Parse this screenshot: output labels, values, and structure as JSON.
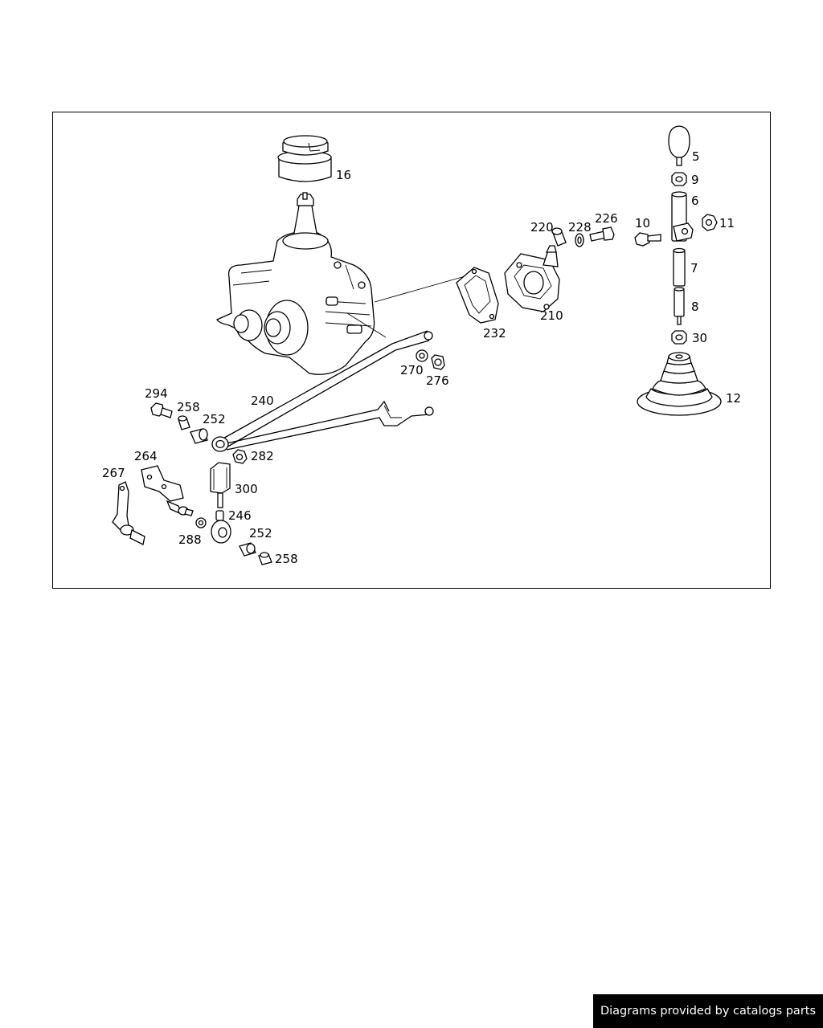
{
  "footer": {
    "credit": "Diagrams provided by catalogs parts"
  },
  "callouts": [
    {
      "id": "16",
      "text": "16"
    },
    {
      "id": "5",
      "text": "5"
    },
    {
      "id": "9",
      "text": "9"
    },
    {
      "id": "6",
      "text": "6"
    },
    {
      "id": "11",
      "text": "11"
    },
    {
      "id": "10",
      "text": "10"
    },
    {
      "id": "220",
      "text": "220"
    },
    {
      "id": "228",
      "text": "228"
    },
    {
      "id": "226",
      "text": "226"
    },
    {
      "id": "7",
      "text": "7"
    },
    {
      "id": "8",
      "text": "8"
    },
    {
      "id": "30",
      "text": "30"
    },
    {
      "id": "12",
      "text": "12"
    },
    {
      "id": "210",
      "text": "210"
    },
    {
      "id": "232",
      "text": "232"
    },
    {
      "id": "270",
      "text": "270"
    },
    {
      "id": "276",
      "text": "276"
    },
    {
      "id": "240",
      "text": "240"
    },
    {
      "id": "294",
      "text": "294"
    },
    {
      "id": "258a",
      "text": "258"
    },
    {
      "id": "252a",
      "text": "252"
    },
    {
      "id": "282",
      "text": "282"
    },
    {
      "id": "264",
      "text": "264"
    },
    {
      "id": "267",
      "text": "267"
    },
    {
      "id": "300",
      "text": "300"
    },
    {
      "id": "246",
      "text": "246"
    },
    {
      "id": "288",
      "text": "288"
    },
    {
      "id": "252b",
      "text": "252"
    },
    {
      "id": "258b",
      "text": "258"
    }
  ]
}
